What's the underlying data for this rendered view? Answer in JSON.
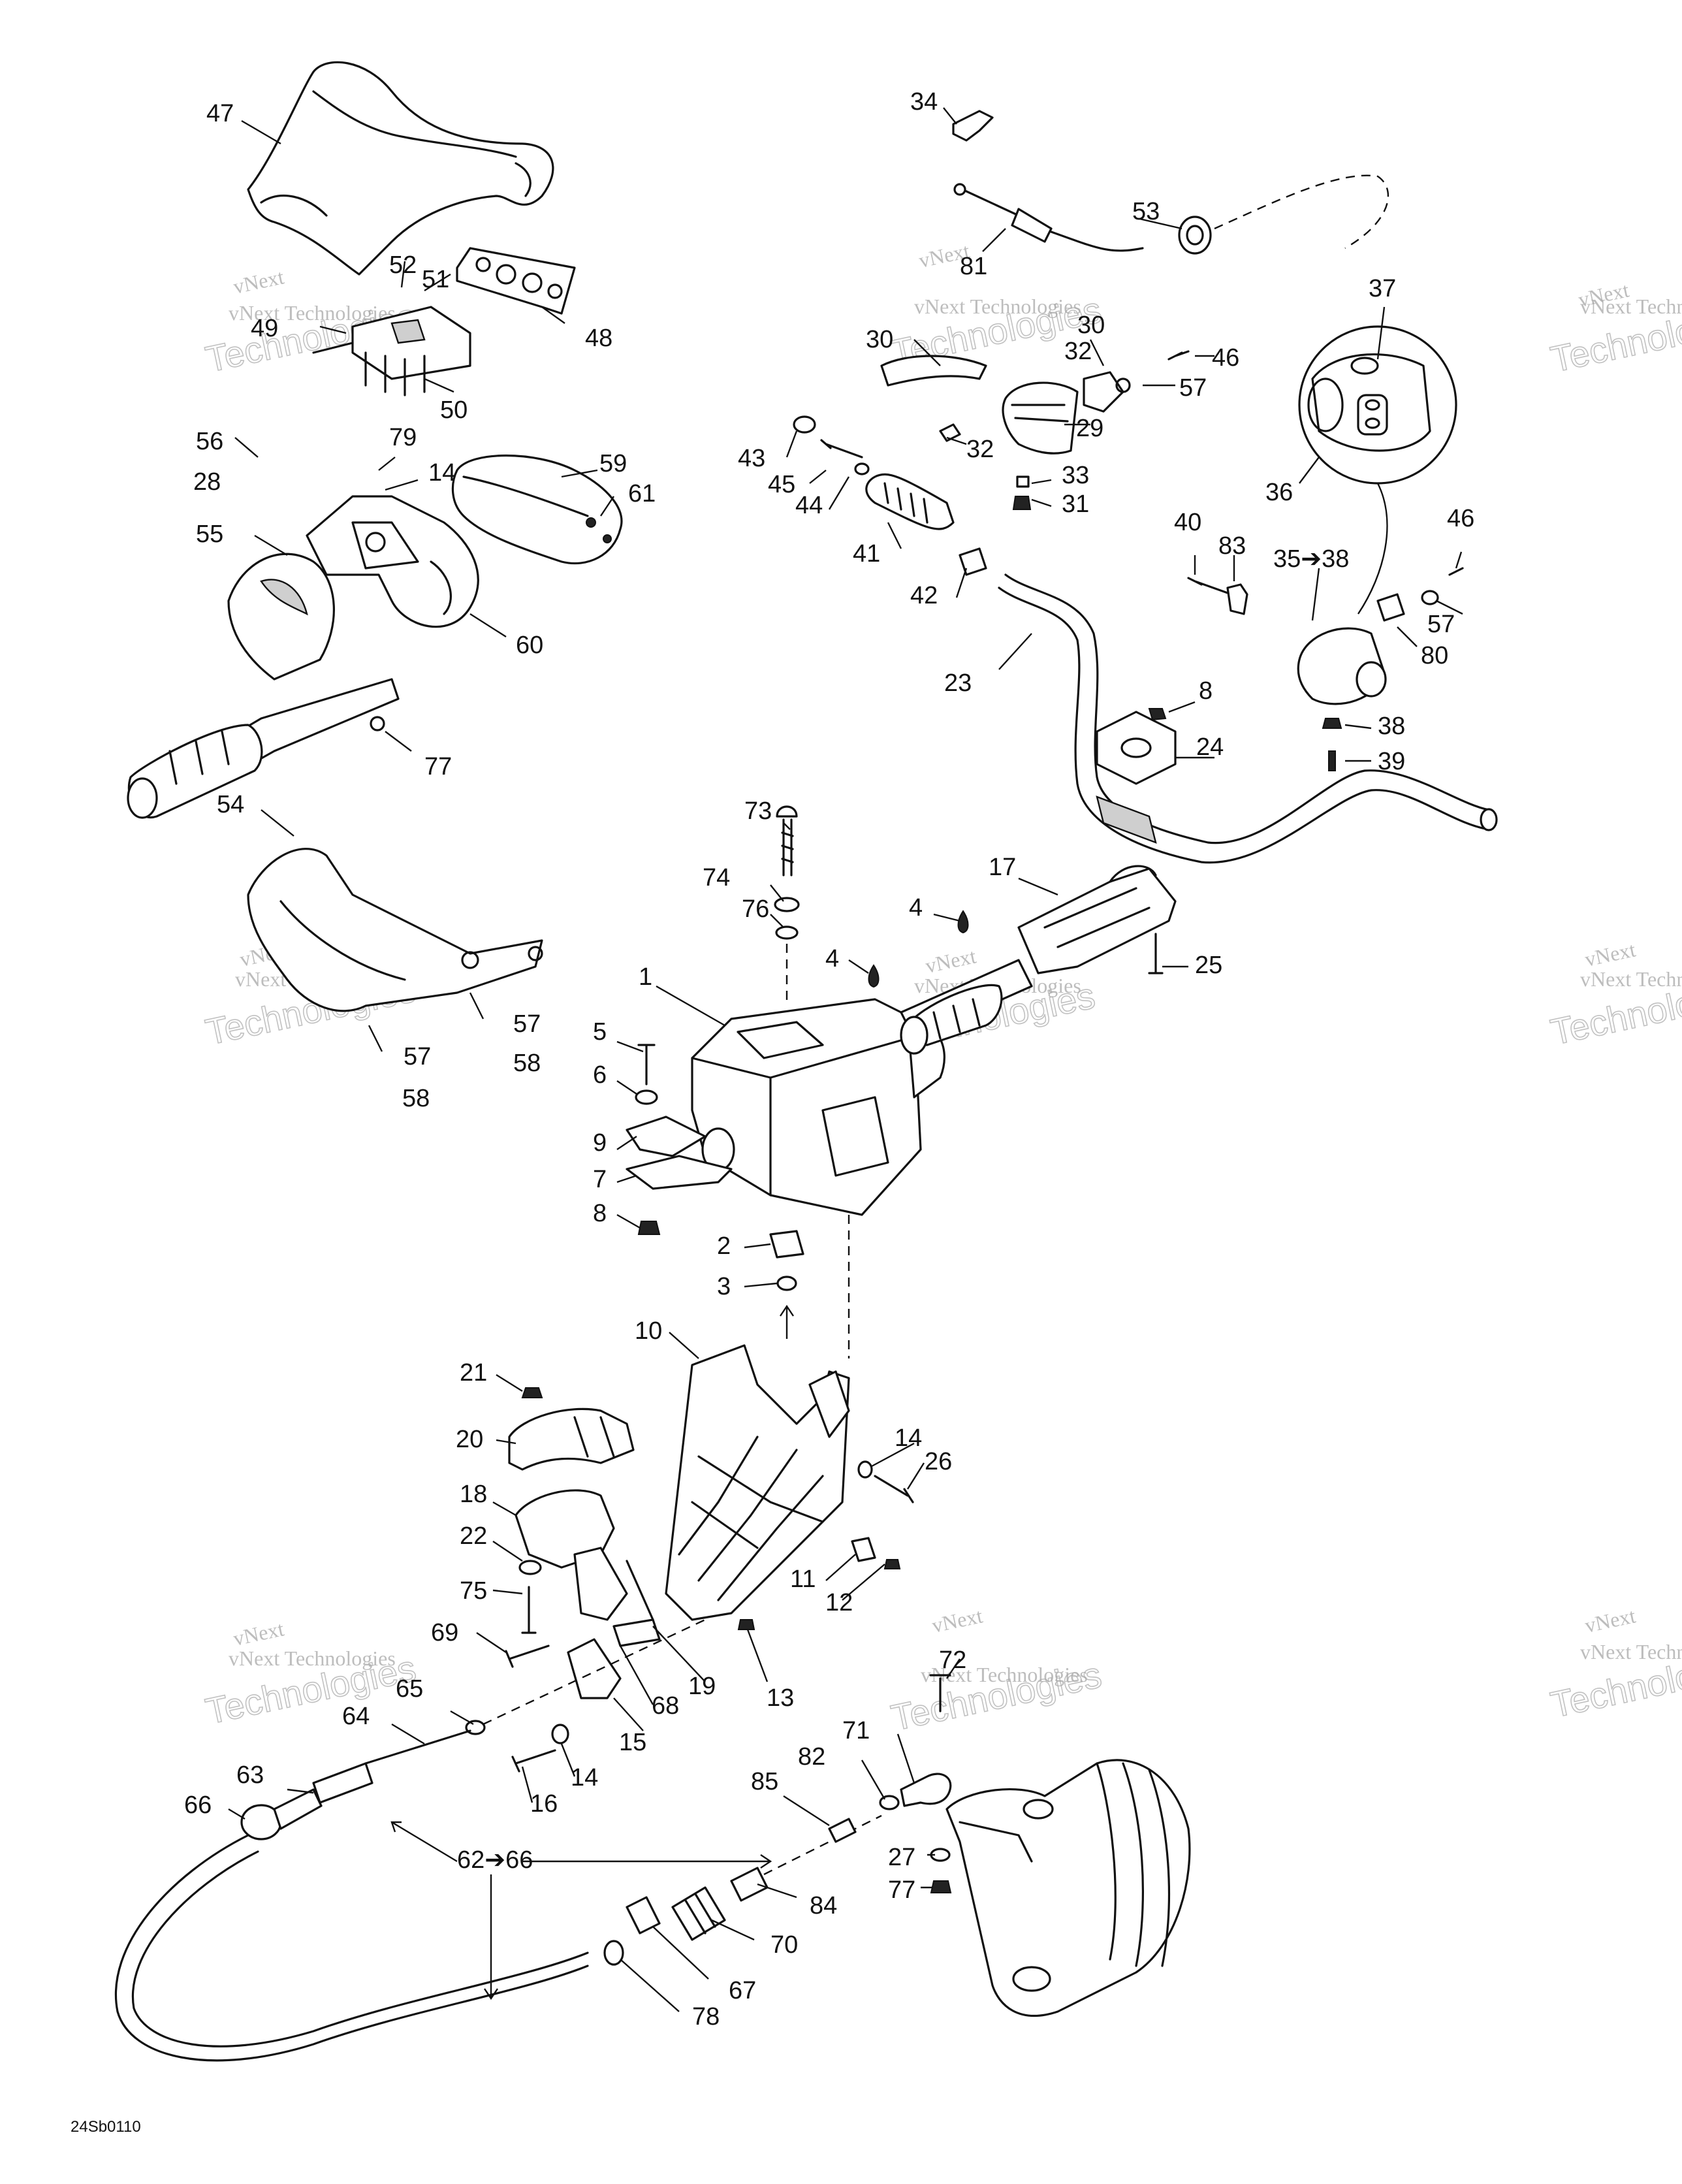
{
  "reference_code": "24Sb0110",
  "watermark": {
    "line1": "vNext Technologies",
    "line2": "Technologies",
    "line3": "vNext"
  },
  "callouts": [
    {
      "id": "c47",
      "label": "47"
    },
    {
      "id": "c52",
      "label": "52"
    },
    {
      "id": "c51",
      "label": "51"
    },
    {
      "id": "c49",
      "label": "49"
    },
    {
      "id": "c48",
      "label": "48"
    },
    {
      "id": "c50",
      "label": "50"
    },
    {
      "id": "c56",
      "label": "56"
    },
    {
      "id": "c79",
      "label": "79"
    },
    {
      "id": "c14a",
      "label": "14"
    },
    {
      "id": "c59",
      "label": "59"
    },
    {
      "id": "c61",
      "label": "61"
    },
    {
      "id": "c28",
      "label": "28"
    },
    {
      "id": "c55",
      "label": "55"
    },
    {
      "id": "c60",
      "label": "60"
    },
    {
      "id": "c77a",
      "label": "77"
    },
    {
      "id": "c54",
      "label": "54"
    },
    {
      "id": "c57a",
      "label": "57"
    },
    {
      "id": "c57b",
      "label": "57"
    },
    {
      "id": "c58a",
      "label": "58"
    },
    {
      "id": "c58b",
      "label": "58"
    },
    {
      "id": "c34",
      "label": "34"
    },
    {
      "id": "c53",
      "label": "53"
    },
    {
      "id": "c81",
      "label": "81"
    },
    {
      "id": "c30a",
      "label": "30"
    },
    {
      "id": "c30b",
      "label": "30"
    },
    {
      "id": "c32a",
      "label": "32"
    },
    {
      "id": "c46a",
      "label": "46"
    },
    {
      "id": "c57c",
      "label": "57"
    },
    {
      "id": "c29",
      "label": "29"
    },
    {
      "id": "c32b",
      "label": "32"
    },
    {
      "id": "c43",
      "label": "43"
    },
    {
      "id": "c45",
      "label": "45"
    },
    {
      "id": "c44",
      "label": "44"
    },
    {
      "id": "c33",
      "label": "33"
    },
    {
      "id": "c31",
      "label": "31"
    },
    {
      "id": "c41",
      "label": "41"
    },
    {
      "id": "c42",
      "label": "42"
    },
    {
      "id": "c23",
      "label": "23"
    },
    {
      "id": "c37",
      "label": "37"
    },
    {
      "id": "c36",
      "label": "36"
    },
    {
      "id": "c40",
      "label": "40"
    },
    {
      "id": "c83",
      "label": "83"
    },
    {
      "id": "c35",
      "label": "35➔38"
    },
    {
      "id": "c46b",
      "label": "46"
    },
    {
      "id": "c57d",
      "label": "57"
    },
    {
      "id": "c80",
      "label": "80"
    },
    {
      "id": "c38",
      "label": "38"
    },
    {
      "id": "c39",
      "label": "39"
    },
    {
      "id": "c8a",
      "label": "8"
    },
    {
      "id": "c24",
      "label": "24"
    },
    {
      "id": "c73",
      "label": "73"
    },
    {
      "id": "c74",
      "label": "74"
    },
    {
      "id": "c76",
      "label": "76"
    },
    {
      "id": "c17",
      "label": "17"
    },
    {
      "id": "c4a",
      "label": "4"
    },
    {
      "id": "c4b",
      "label": "4"
    },
    {
      "id": "c25",
      "label": "25"
    },
    {
      "id": "c1",
      "label": "1"
    },
    {
      "id": "c5",
      "label": "5"
    },
    {
      "id": "c6",
      "label": "6"
    },
    {
      "id": "c9",
      "label": "9"
    },
    {
      "id": "c7",
      "label": "7"
    },
    {
      "id": "c8b",
      "label": "8"
    },
    {
      "id": "c2",
      "label": "2"
    },
    {
      "id": "c3",
      "label": "3"
    },
    {
      "id": "c10",
      "label": "10"
    },
    {
      "id": "c21",
      "label": "21"
    },
    {
      "id": "c20",
      "label": "20"
    },
    {
      "id": "c14b",
      "label": "14"
    },
    {
      "id": "c26",
      "label": "26"
    },
    {
      "id": "c18",
      "label": "18"
    },
    {
      "id": "c22",
      "label": "22"
    },
    {
      "id": "c11",
      "label": "11"
    },
    {
      "id": "c12",
      "label": "12"
    },
    {
      "id": "c75",
      "label": "75"
    },
    {
      "id": "c69",
      "label": "69"
    },
    {
      "id": "c19",
      "label": "19"
    },
    {
      "id": "c13",
      "label": "13"
    },
    {
      "id": "c65",
      "label": "65"
    },
    {
      "id": "c68",
      "label": "68"
    },
    {
      "id": "c72",
      "label": "72"
    },
    {
      "id": "c64",
      "label": "64"
    },
    {
      "id": "c15",
      "label": "15"
    },
    {
      "id": "c71",
      "label": "71"
    },
    {
      "id": "c14c",
      "label": "14"
    },
    {
      "id": "c82",
      "label": "82"
    },
    {
      "id": "c63",
      "label": "63"
    },
    {
      "id": "c16",
      "label": "16"
    },
    {
      "id": "c85",
      "label": "85"
    },
    {
      "id": "c66",
      "label": "66"
    },
    {
      "id": "c62",
      "label": "62➔66"
    },
    {
      "id": "c27",
      "label": "27"
    },
    {
      "id": "c77b",
      "label": "77"
    },
    {
      "id": "c84",
      "label": "84"
    },
    {
      "id": "c70",
      "label": "70"
    },
    {
      "id": "c67",
      "label": "67"
    },
    {
      "id": "c78",
      "label": "78"
    }
  ]
}
